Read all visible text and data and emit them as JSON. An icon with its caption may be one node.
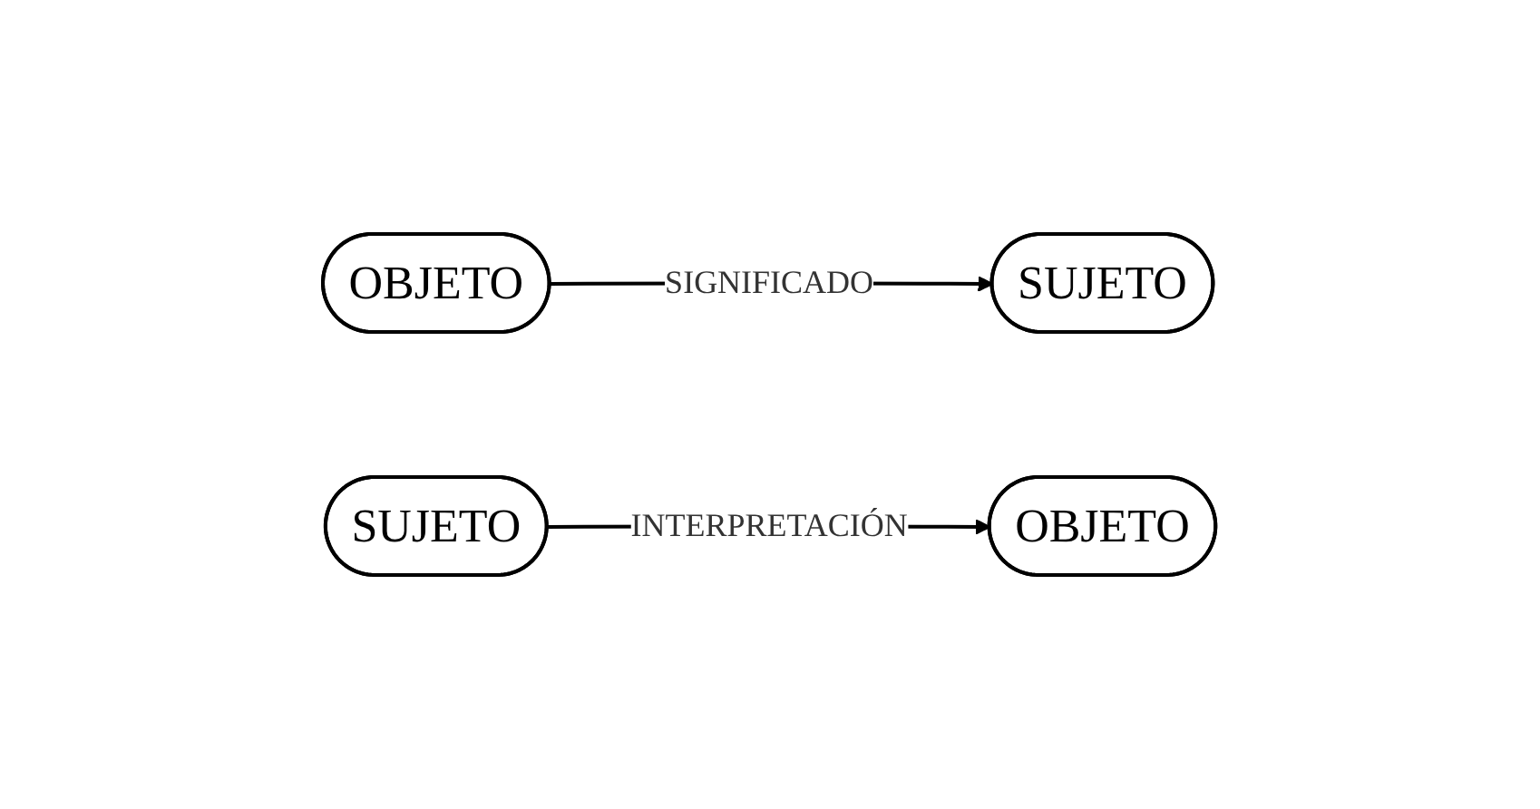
{
  "diagram": {
    "nodes": [
      {
        "text": [
          "OBJETO"
        ]
      },
      {
        "text": [
          "SUJETO"
        ]
      },
      {
        "text": [
          "OBJETO"
        ]
      },
      {
        "text": [
          "SUJETO"
        ]
      }
    ],
    "edges": [
      {
        "from": 0,
        "to": 1,
        "arrow": "to",
        "label": "SIGNIFICADO"
      },
      {
        "from": 3,
        "to": 2,
        "arrow": "to",
        "label": "INTERPRETACIÓN"
      }
    ]
  }
}
